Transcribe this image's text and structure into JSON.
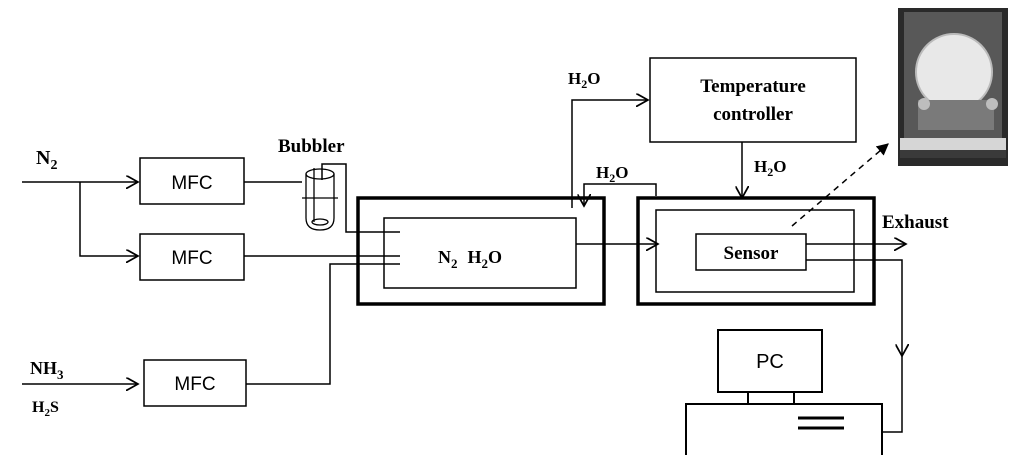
{
  "labels": {
    "n2_input": "N",
    "n2_input_sub": "2",
    "nh3_input": "NH",
    "nh3_input_sub": "3",
    "h2s_input_h": "H",
    "h2s_input_sub": "2",
    "h2s_input_s": "S",
    "mfc": [
      "MFC",
      "MFC",
      "MFC"
    ],
    "bubbler": "Bubbler",
    "chamber_n2": "N",
    "chamber_n2_sub": "2",
    "chamber_h2o_h": "H",
    "chamber_h2o_sub": "2",
    "chamber_h2o_o": "O",
    "h2o_top_h": "H",
    "h2o_top_sub": "2",
    "h2o_top_o": "O",
    "h2o_mid_h": "H",
    "h2o_mid_sub": "2",
    "h2o_mid_o": "O",
    "h2o_ctrl_h": "H",
    "h2o_ctrl_sub": "2",
    "h2o_ctrl_o": "O",
    "temp_line1": "Temperature",
    "temp_line2": "controller",
    "sensor": "Sensor",
    "exhaust": "Exhaust",
    "pc": "PC"
  },
  "colors": {
    "line": "#000000",
    "photo_bg": "#2a2a2a",
    "disk": "#e8e8e8"
  }
}
